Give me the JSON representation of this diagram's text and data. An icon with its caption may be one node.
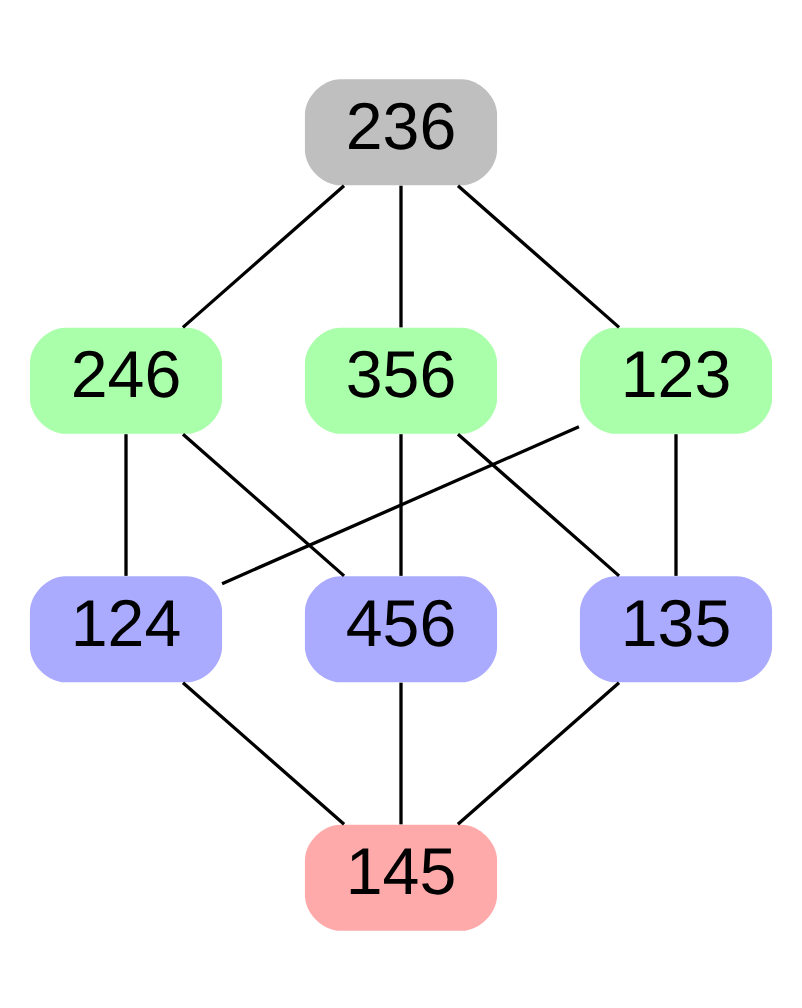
{
  "diagram": {
    "nodes": [
      {
        "text": [
          "236"
        ]
      },
      {
        "text": [
          "246"
        ]
      },
      {
        "text": [
          "356"
        ]
      },
      {
        "text": [
          "123"
        ]
      },
      {
        "text": [
          "124"
        ]
      },
      {
        "text": [
          "456"
        ]
      },
      {
        "text": [
          "135"
        ]
      },
      {
        "text": [
          "145"
        ]
      }
    ],
    "edges": [
      {
        "from": 0,
        "to": 1,
        "arrow": "none"
      },
      {
        "from": 0,
        "to": 2,
        "arrow": "none"
      },
      {
        "from": 0,
        "to": 3,
        "arrow": "none"
      },
      {
        "from": 1,
        "to": 4,
        "arrow": "none"
      },
      {
        "from": 1,
        "to": 5,
        "arrow": "none"
      },
      {
        "from": 2,
        "to": 5,
        "arrow": "none"
      },
      {
        "from": 2,
        "to": 6,
        "arrow": "none"
      },
      {
        "from": 3,
        "to": 4,
        "arrow": "none"
      },
      {
        "from": 3,
        "to": 6,
        "arrow": "none"
      },
      {
        "from": 4,
        "to": 7,
        "arrow": "none"
      },
      {
        "from": 5,
        "to": 7,
        "arrow": "none"
      },
      {
        "from": 6,
        "to": 7,
        "arrow": "none"
      }
    ]
  }
}
